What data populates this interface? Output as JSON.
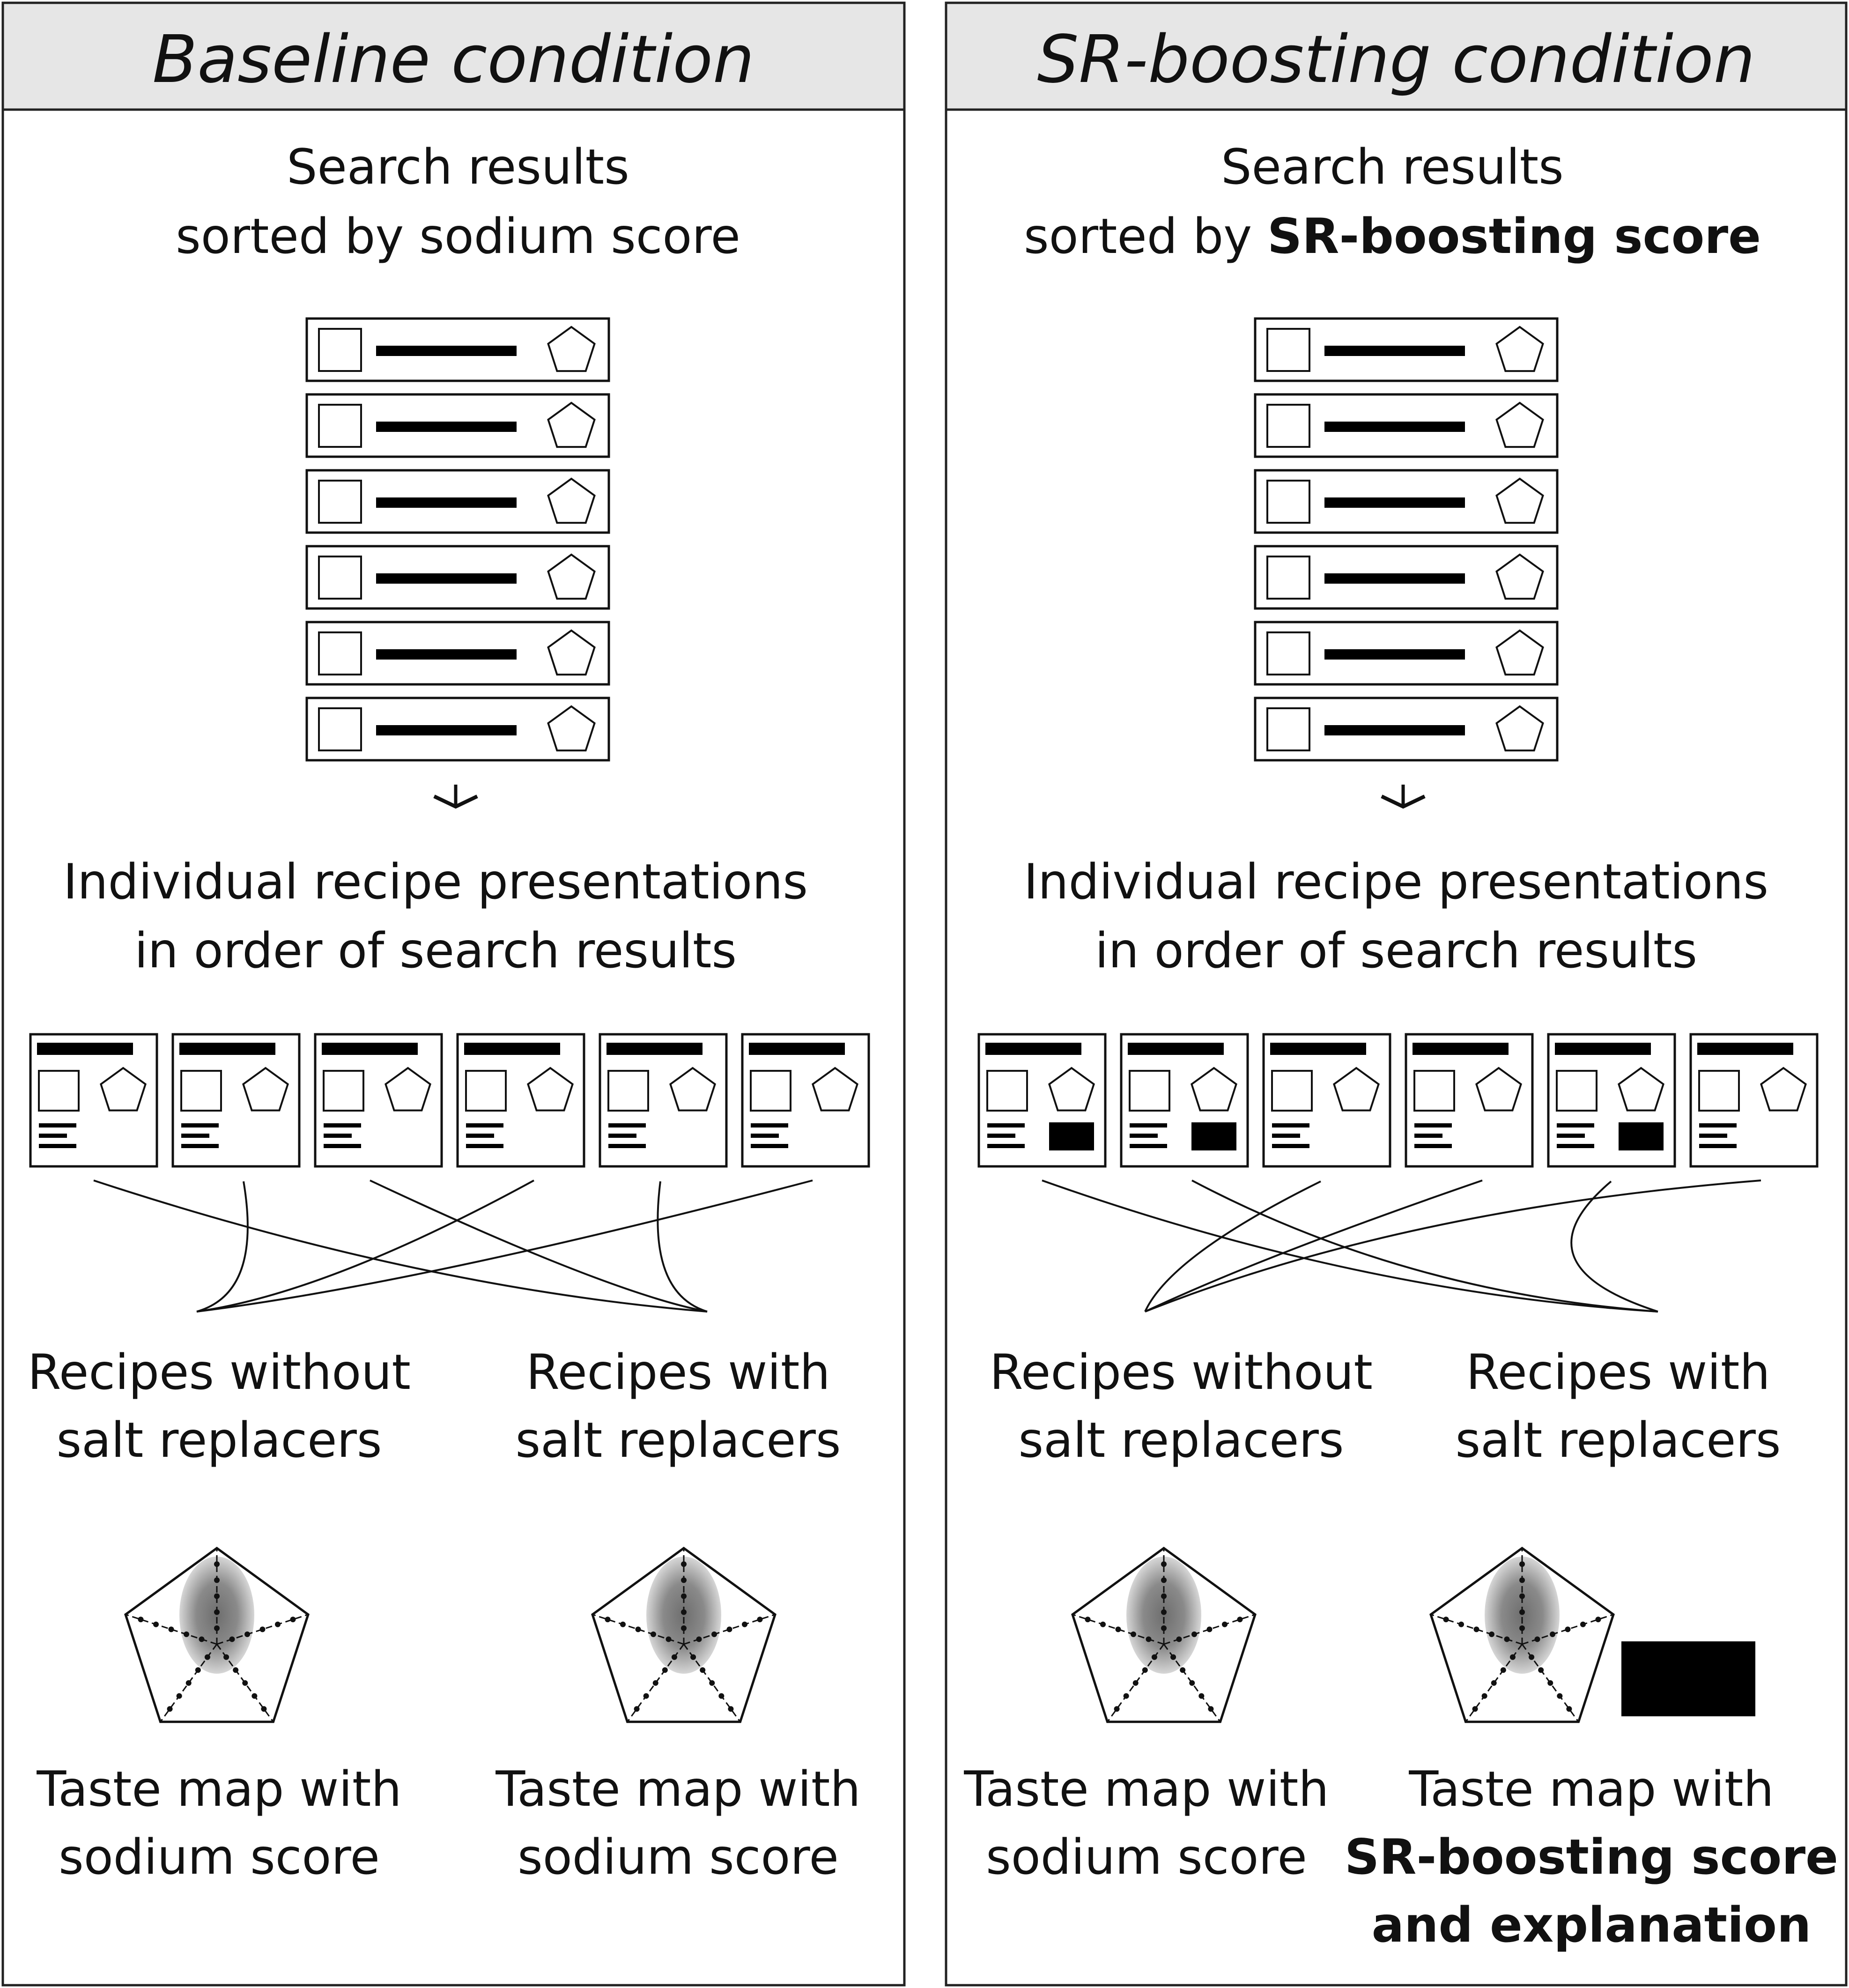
{
  "panels": [
    {
      "id": "baseline",
      "title": "Baseline condition",
      "search_title": [
        "Search results",
        "sorted by ",
        "sodium score"
      ],
      "search_title_bold": false,
      "presentation_title": [
        "Individual recipe presentations",
        "in order of search results"
      ],
      "groups": [
        {
          "label": [
            "Recipes without",
            "salt replacers"
          ]
        },
        {
          "label": [
            "Recipes with",
            "salt replacers"
          ]
        }
      ],
      "taste_maps": [
        {
          "label": [
            "Taste map with",
            "sodium score"
          ],
          "explanation_box": false,
          "bold_lines": []
        },
        {
          "label": [
            "Taste map with",
            "sodium score"
          ],
          "explanation_box": false,
          "bold_lines": []
        }
      ],
      "cards_with_box": [
        false,
        false,
        false,
        false,
        false,
        false
      ]
    },
    {
      "id": "sr-boosting",
      "title": "SR-boosting condition",
      "search_title": [
        "Search results",
        "sorted by ",
        "SR-boosting score"
      ],
      "search_title_bold": true,
      "presentation_title": [
        "Individual recipe presentations",
        "in order of search results"
      ],
      "groups": [
        {
          "label": [
            "Recipes without",
            "salt replacers"
          ]
        },
        {
          "label": [
            "Recipes with",
            "salt replacers"
          ]
        }
      ],
      "taste_maps": [
        {
          "label": [
            "Taste map with",
            "sodium score"
          ],
          "explanation_box": false,
          "bold_lines": []
        },
        {
          "label": [
            "Taste map with",
            "SR-boosting score",
            "and explanation"
          ],
          "explanation_box": true,
          "bold_lines": [
            1,
            2
          ]
        }
      ],
      "cards_with_box": [
        true,
        true,
        false,
        false,
        true,
        false
      ]
    }
  ]
}
